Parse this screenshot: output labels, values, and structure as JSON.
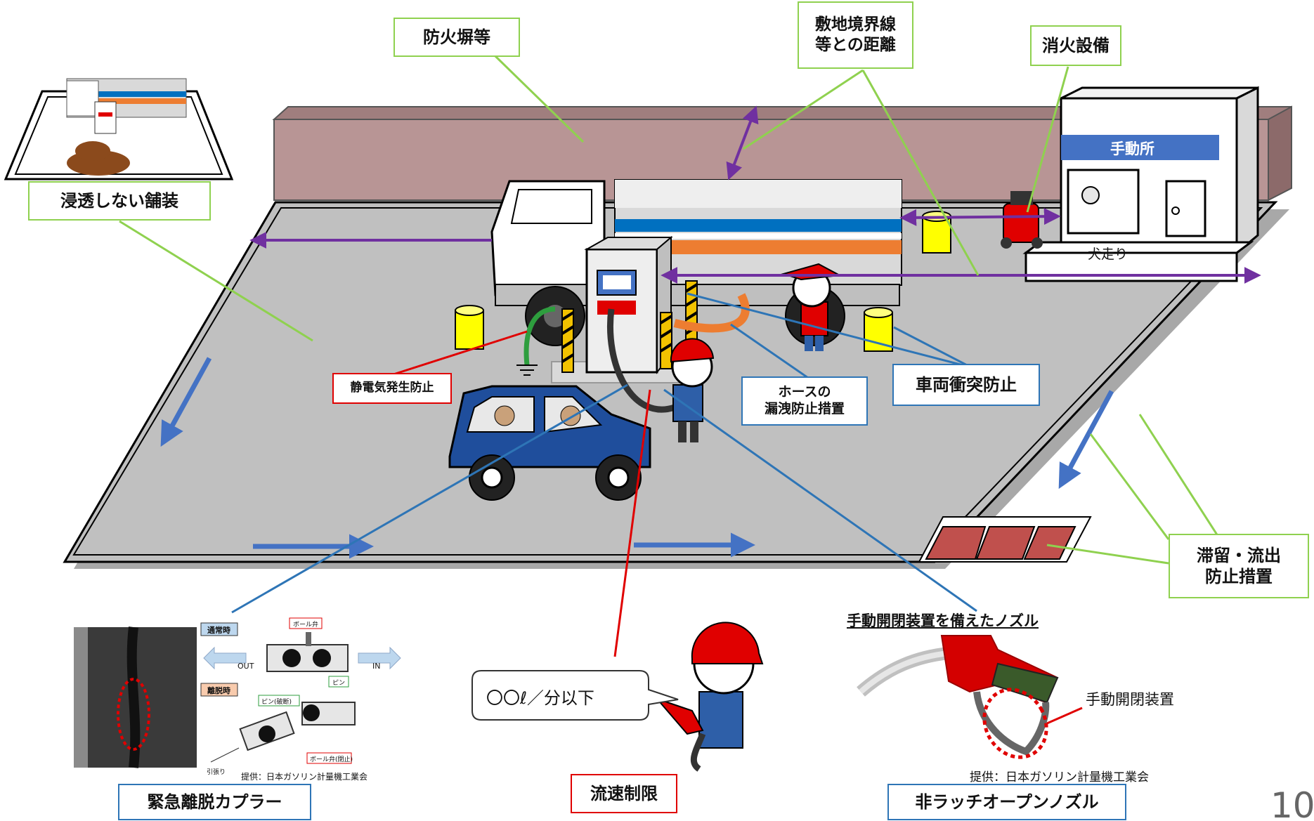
{
  "labels": {
    "firewall": "防火塀等",
    "boundary": "敷地境界線\n等との距離",
    "extinguisher": "消火設備",
    "pavement": "浸透しない舗装",
    "static": "静電気発生防止",
    "hose_leak": "ホースの\n漏洩防止措置",
    "collision": "車両衝突防止",
    "stagnation": "滞留・流出\n防止措置",
    "flow_limit": "流速制限",
    "coupler": "緊急離脱カプラー",
    "nozzle": "非ラッチオープンノズル"
  },
  "office": {
    "sign": "手動所",
    "window": "犬走り"
  },
  "speech": "〇〇ℓ／分以下",
  "nozzle_section": {
    "title": "手動開閉装置を備えたノズル",
    "device_label": "手動開閉装置",
    "credit": "提供：日本ガソリン計量機工業会"
  },
  "coupler_section": {
    "normal": "通常時",
    "release": "離脱時",
    "ball_valve": "ボール弁",
    "pin": "ピン",
    "pin_broken": "ピン(破断)",
    "ball_valve_closed": "ボール弁(閉止)",
    "out": "OUT",
    "in": "IN",
    "pull": "引張り",
    "credit": "提供：日本ガソリン計量機工業会"
  },
  "page_number": "10",
  "colors": {
    "ground": "#c0c0c0",
    "wall": "#b89595",
    "green_leader": "#8fd14f",
    "blue_leader": "#2e75b6",
    "red_leader": "#e00000",
    "purple_arrow": "#7030a0",
    "flow_arrow": "#4472c4",
    "car": "#1f4e9c",
    "tank_orange": "#ed7d31",
    "tank_blue": "#0070c0",
    "bollard_yellow": "#ffff00",
    "helmet_red": "#e00000"
  }
}
